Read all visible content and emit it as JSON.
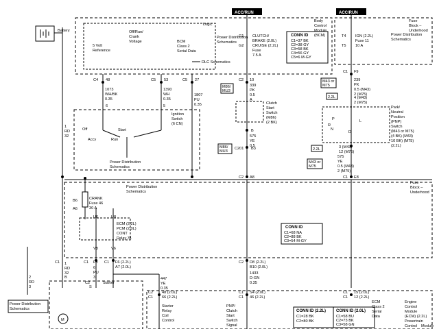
{
  "headers": {
    "acc_run_1": "ACC/RUN",
    "acc_run_2": "ACC/RUN"
  },
  "battery": {
    "label": "Battery"
  },
  "bcm": {
    "logic": "Logic",
    "pds": [
      "Power Distribution",
      "Schematics"
    ],
    "module": [
      "Body",
      "Control",
      "Module",
      "(BCM)"
    ],
    "ref5v": [
      "5 Volt",
      "Reference"
    ],
    "offrun": [
      "Off/Run/",
      "Crank",
      "Voltage"
    ],
    "class2": [
      "BCM",
      "Class 2",
      "Serial Data"
    ],
    "g1": "G1",
    "g2": "G2",
    "clutch": [
      "CLUTCH/",
      "BRAKE (2.0L)",
      "CRUISE (2.2L)",
      "Fuse",
      "7.5 A"
    ],
    "conn_title": "CONN ID",
    "conn_rows": [
      "C1=37 BK",
      "C2=38 GY",
      "C3=58 BK",
      "C4=56 GY",
      "C5=6 M-GY"
    ],
    "dlc": "DLC Schematics"
  },
  "fuse_top": {
    "t4": "T4",
    "t5": "T5",
    "ign": [
      "IGN (2.2L)",
      "Fuse 11",
      "10 A"
    ],
    "pds": [
      "Power Distribution",
      "Schematics"
    ],
    "block": [
      "Fuse",
      "Block –",
      "Underhood"
    ],
    "f9": "F9",
    "c1": "C1"
  },
  "wires": {
    "c4_48": [
      "C4",
      "48"
    ],
    "c5_53": [
      "C5",
      "53"
    ],
    "c5_27": [
      "C5",
      "27"
    ],
    "c2_10": [
      "C2",
      "10"
    ],
    "w1073": [
      "1073",
      "WH/BK",
      "0.35"
    ],
    "w1390": [
      "1390",
      "WH",
      "0.35"
    ],
    "w1807": [
      "1807",
      "PU",
      "0.35"
    ],
    "w339": [
      "339",
      "PK",
      "0.5",
      "A"
    ],
    "w239": [
      "239",
      "PK",
      "0.5 (M43)",
      "2 (M75)"
    ],
    "w575a": [
      "575",
      "YE",
      "0.5"
    ],
    "w575b": [
      "575",
      "YE",
      "0.5 (M43)",
      "2 (M75)"
    ],
    "w6": "6",
    "w5": "5",
    "w1rd": [
      "1",
      "RD",
      "32"
    ],
    "w2rd": [
      "2",
      "RD",
      "3"
    ],
    "w1433": [
      "1433",
      "D-GN",
      "0.35"
    ],
    "w447": [
      "447",
      "YE",
      "0.35"
    ],
    "w1rd2": [
      "1",
      "RD",
      "32"
    ]
  },
  "tags": {
    "m86mu3": [
      "M86/",
      "MU3"
    ],
    "m86mu3b": [
      "M86/",
      "MU3"
    ],
    "m43m75a": [
      "M43 or",
      "M75"
    ],
    "m43m75b": [
      "M43 or",
      "M75"
    ],
    "l22a": "2.2L",
    "l22b": "2.2L"
  },
  "clutch_switch": [
    "Clutch",
    "Start",
    "Switch",
    "(M86)",
    "(2 BK)"
  ],
  "pins_clutch": {
    "b": "B",
    "b3": "B3",
    "c201": "C201"
  },
  "pnp": {
    "label": [
      "Park/",
      "Neutral",
      "Position",
      "(PNP)",
      "Switch",
      "(M43 or M75)",
      "(4 BK) (M43)",
      "10 BK) (M75)",
      "(2.2L)"
    ],
    "p4": "4 (M43)",
    "p4b": "2 (M75)",
    "p3": "3 (M43)",
    "p3b": "12 (M75)",
    "letters": [
      "P",
      "R",
      "N",
      "D",
      "L"
    ]
  },
  "ignition": {
    "label": [
      "Ignition",
      "Switch",
      "(6 CN)"
    ],
    "off": "Off",
    "start": "Start",
    "accy": "Accy",
    "run": "Run",
    "pds": [
      "Power Distribution",
      "Schematics"
    ],
    "pin6": "6"
  },
  "fuse_block_mid": {
    "pds": [
      "Power Distribution",
      "Schematics"
    ],
    "block": [
      "Fuse",
      "Block –",
      "Underhood"
    ],
    "b6": "B6",
    "a6": "A6",
    "crank": [
      "CRANK",
      "Fuse 46",
      "30 A"
    ],
    "u6": "U6",
    "u8": "U8",
    "relay": [
      "ECM (2.2L)",
      "PCM (2.0L)",
      "CONT",
      "Relay 31"
    ],
    "v8": "V8",
    "v6": "V6",
    "conn_title": "CONN ID",
    "conn_rows": [
      "C1=68 NA",
      "C2=88 BK",
      "C3=54 M-GY"
    ],
    "c2_labels": [
      "C2",
      "A8",
      "C1",
      "E8"
    ]
  },
  "starter": {
    "label": "Starter",
    "f8": [
      "C1",
      "F8",
      "6",
      "PU",
      "3"
    ],
    "f6": [
      "C1",
      "F6 (2.2L)",
      "A7 (2.0L)"
    ],
    "c2a": [
      "C2",
      "S"
    ],
    "c2b": [
      "C1",
      "B"
    ],
    "d8": [
      "C2",
      "D8 (2.2L)",
      "B10 (2.0L)"
    ],
    "relay_lbl": [
      "Starter",
      "Relay",
      "Coil",
      "Control"
    ],
    "relay_pins": [
      "C2",
      "C1",
      "48 (2.0L)",
      "66 (2.2L)"
    ],
    "pnp_clutch": [
      "PNP/",
      "Clutch",
      "Start",
      "Switch",
      "Signal"
    ],
    "s4": [
      "C1",
      "C1",
      "S4 (2.0L)",
      "46 (2.2L)"
    ],
    "m": "M"
  },
  "bottom": {
    "pds": [
      "Power Distribution",
      "Schematics"
    ],
    "conn22": {
      "title": "CONN ID (2.2L)",
      "rows": [
        "C1=28 BK",
        "C2=80 BK"
      ]
    },
    "conn20": {
      "title": "CONN ID (2.0L)",
      "rows": [
        "C1=58 BU",
        "C2=73 BK",
        "C3=58 GN"
      ]
    },
    "ecm": [
      "ECM",
      "Class 2",
      "Serial",
      "Data"
    ],
    "pins": [
      "C1",
      "C1",
      "15 (2.0L)",
      "12 (2.2L)"
    ],
    "engine": [
      "Engine",
      "Control",
      "Module",
      "(ECM) (2.2L)",
      "Powertrain",
      "Control",
      "Module"
    ]
  }
}
